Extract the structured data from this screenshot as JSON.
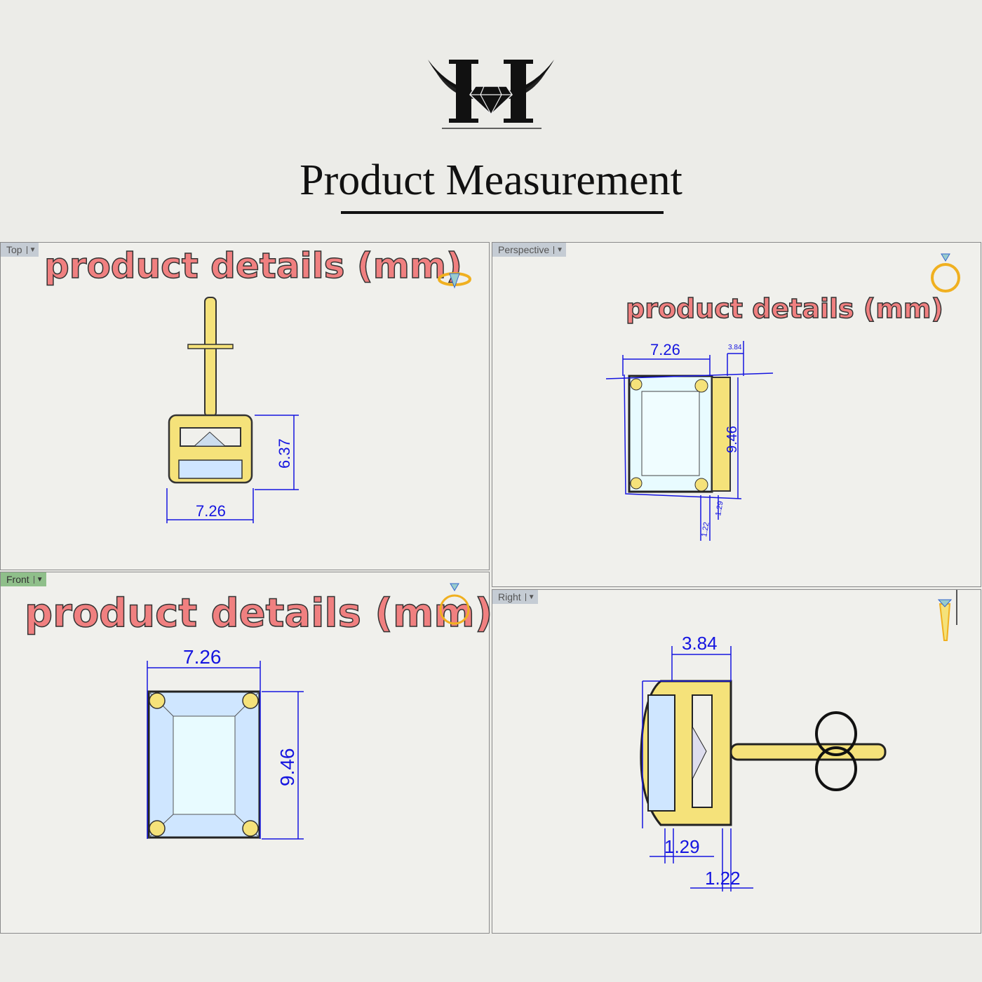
{
  "header": {
    "logo_letter": "H",
    "title": "Product Measurement"
  },
  "colors": {
    "dimension": "#1515e0",
    "gold": "#f5e27a",
    "stone": "#e8fbff",
    "label_fill": "#f08080"
  },
  "viewports": [
    {
      "name": "Top",
      "label": "product details (mm)",
      "icon": "ring-top-icon",
      "dims": [
        "6.37",
        "7.26"
      ]
    },
    {
      "name": "Perspective",
      "label": "product details (mm)",
      "icon": "ring-icon",
      "dims": [
        "7.26",
        "3.84",
        "9.46",
        "1.29",
        "1.22"
      ]
    },
    {
      "name": "Front",
      "label": "product details (mm)",
      "icon": "ring-icon",
      "dims": [
        "7.26",
        "9.46"
      ]
    },
    {
      "name": "Right",
      "label": "",
      "icon": "ring-side-icon",
      "dims": [
        "3.84",
        "1.29",
        "1.22"
      ]
    }
  ]
}
